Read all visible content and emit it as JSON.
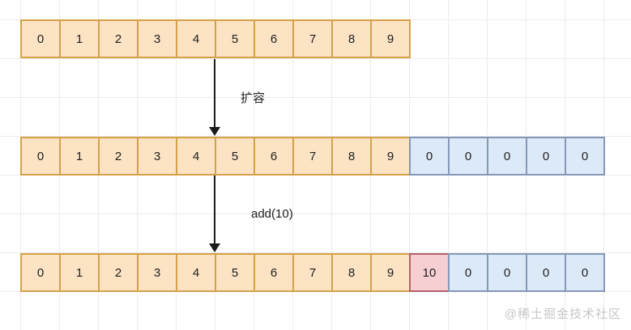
{
  "colors": {
    "orange_fill": "#fbe3c4",
    "orange_border": "#d5a147",
    "blue_fill": "#dce9f7",
    "blue_border": "#8598b7",
    "pink_fill": "#f6cfd3",
    "pink_border": "#b4636b",
    "grid_line": "#ebebeb",
    "arrow": "#1a1a1a",
    "watermark_color": "#c7c7c7"
  },
  "labels": {
    "expand": "扩容",
    "add": "add(10)"
  },
  "watermark": "@稀土掘金技术社区",
  "rows": [
    {
      "name": "array-original",
      "cells": [
        {
          "value": "0",
          "type": "orange"
        },
        {
          "value": "1",
          "type": "orange"
        },
        {
          "value": "2",
          "type": "orange"
        },
        {
          "value": "3",
          "type": "orange"
        },
        {
          "value": "4",
          "type": "orange"
        },
        {
          "value": "5",
          "type": "orange"
        },
        {
          "value": "6",
          "type": "orange"
        },
        {
          "value": "7",
          "type": "orange"
        },
        {
          "value": "8",
          "type": "orange"
        },
        {
          "value": "9",
          "type": "orange"
        }
      ]
    },
    {
      "name": "array-expanded",
      "cells": [
        {
          "value": "0",
          "type": "orange"
        },
        {
          "value": "1",
          "type": "orange"
        },
        {
          "value": "2",
          "type": "orange"
        },
        {
          "value": "3",
          "type": "orange"
        },
        {
          "value": "4",
          "type": "orange"
        },
        {
          "value": "5",
          "type": "orange"
        },
        {
          "value": "6",
          "type": "orange"
        },
        {
          "value": "7",
          "type": "orange"
        },
        {
          "value": "8",
          "type": "orange"
        },
        {
          "value": "9",
          "type": "orange"
        },
        {
          "value": "0",
          "type": "blue"
        },
        {
          "value": "0",
          "type": "blue"
        },
        {
          "value": "0",
          "type": "blue"
        },
        {
          "value": "0",
          "type": "blue"
        },
        {
          "value": "0",
          "type": "blue"
        }
      ]
    },
    {
      "name": "array-after-add",
      "cells": [
        {
          "value": "0",
          "type": "orange"
        },
        {
          "value": "1",
          "type": "orange"
        },
        {
          "value": "2",
          "type": "orange"
        },
        {
          "value": "3",
          "type": "orange"
        },
        {
          "value": "4",
          "type": "orange"
        },
        {
          "value": "5",
          "type": "orange"
        },
        {
          "value": "6",
          "type": "orange"
        },
        {
          "value": "7",
          "type": "orange"
        },
        {
          "value": "8",
          "type": "orange"
        },
        {
          "value": "9",
          "type": "orange"
        },
        {
          "value": "10",
          "type": "pink"
        },
        {
          "value": "0",
          "type": "blue"
        },
        {
          "value": "0",
          "type": "blue"
        },
        {
          "value": "0",
          "type": "blue"
        },
        {
          "value": "0",
          "type": "blue"
        }
      ]
    }
  ]
}
